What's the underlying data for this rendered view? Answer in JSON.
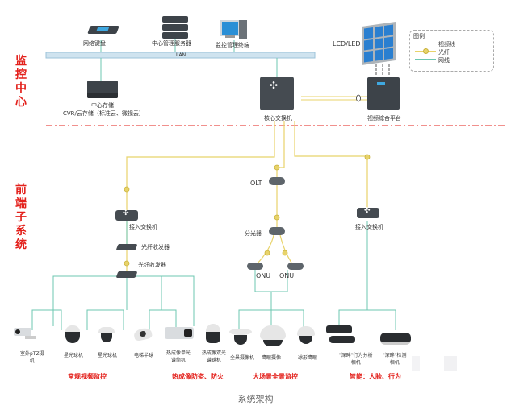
{
  "sections": {
    "monitoring_center": "监控中心",
    "frontend_subsystem": "前端子系统"
  },
  "network": {
    "lan_label": "LAN"
  },
  "center_devices": {
    "network_keyboard": "网络键盘",
    "center_mgmt_server": "中心管理服务器",
    "monitor_terminal": "监控管理终端",
    "central_storage_line1": "中心存储",
    "central_storage_line2": "CVR/云存储（标准云、微视云）",
    "display_wall": "LCD/LED",
    "core_switch": "核心交换机",
    "video_platform": "视频综合平台"
  },
  "legend": {
    "title": "图例",
    "items": [
      {
        "label": "视频线",
        "style": "dashed",
        "color": "#555555"
      },
      {
        "label": "光纤",
        "style": "fiber",
        "color": "#e8d36a"
      },
      {
        "label": "网线",
        "style": "solid",
        "color": "#6cc7b0"
      }
    ]
  },
  "frontend_devices": {
    "access_switch_left": "接入交换机",
    "fiber_transceiver_1": "光纤收发器",
    "fiber_transceiver_2": "光纤收发器",
    "olt": "OLT",
    "splitter": "分光器",
    "onu_1": "ONU",
    "onu_2": "ONU",
    "access_switch_right": "接入交换机"
  },
  "cameras": [
    {
      "label_line1": "室外pTZ摄",
      "label_line2": "机"
    },
    {
      "label_line1": "星光球机",
      "label_line2": ""
    },
    {
      "label_line1": "星光球机",
      "label_line2": ""
    },
    {
      "label_line1": "电梯半球",
      "label_line2": ""
    },
    {
      "label_line1": "热成像单光",
      "label_line2": "谱筒机"
    },
    {
      "label_line1": "热成像双光",
      "label_line2": "谱球机"
    },
    {
      "label_line1": "全景摄像机",
      "label_line2": ""
    },
    {
      "label_line1": "鹰眼摄像",
      "label_line2": ""
    },
    {
      "label_line1": "球形鹰眼",
      "label_line2": ""
    },
    {
      "label_line1": "\"深眸\"行为分析",
      "label_line2": "相机"
    },
    {
      "label_line1": "\"深眸\"检测",
      "label_line2": "相机"
    }
  ],
  "camera_groups": [
    "常规视频监控",
    "热成像防盗、防火",
    "大场景全景监控",
    "智能：人脸、行为"
  ],
  "colors": {
    "section_red": "#e3201b",
    "fiber": "#e8d36a",
    "network_cable": "#6cc7b0",
    "lan_bar": "#cfe3ef"
  },
  "caption": "系统架构"
}
